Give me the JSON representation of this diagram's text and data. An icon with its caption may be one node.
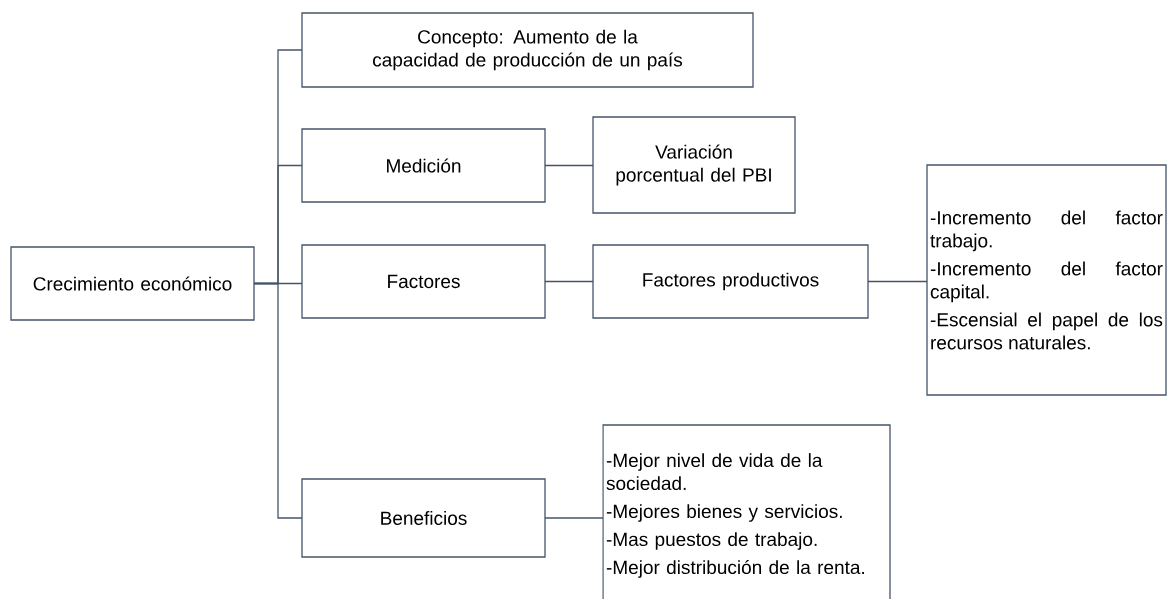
{
  "diagram": {
    "nodes": [
      {
        "text": [
          "Crecimiento económico"
        ]
      },
      {
        "text": [
          "Concepto: Aumento de la capacidad de producción de un país"
        ]
      },
      {
        "text": [
          "Medición"
        ]
      },
      {
        "text": [
          "Variación porcentual del PBI"
        ]
      },
      {
        "text": [
          "Factores"
        ]
      },
      {
        "text": [
          "Factores productivos"
        ]
      },
      {
        "text": [
          "-Incremento del factor trabajo.",
          "-Incremento del factor capital.",
          "-Escensial el papel de los recursos naturales."
        ]
      },
      {
        "text": [
          "Beneficios"
        ]
      },
      {
        "text": [
          "-Mejor nivel de vida de la sociedad.",
          "-Mejores bienes y servicios.",
          "-Mas puestos de trabajo.",
          "-Mejor distribución de la renta."
        ]
      }
    ],
    "edges": [
      {
        "from": 0,
        "to": 1,
        "arrow": "none"
      },
      {
        "from": 0,
        "to": 2,
        "arrow": "none"
      },
      {
        "from": 0,
        "to": 4,
        "arrow": "none"
      },
      {
        "from": 0,
        "to": 7,
        "arrow": "none"
      },
      {
        "from": 2,
        "to": 3,
        "arrow": "none"
      },
      {
        "from": 4,
        "to": 5,
        "arrow": "none"
      },
      {
        "from": 5,
        "to": 6,
        "arrow": "none"
      },
      {
        "from": 7,
        "to": 8,
        "arrow": "none"
      }
    ]
  }
}
